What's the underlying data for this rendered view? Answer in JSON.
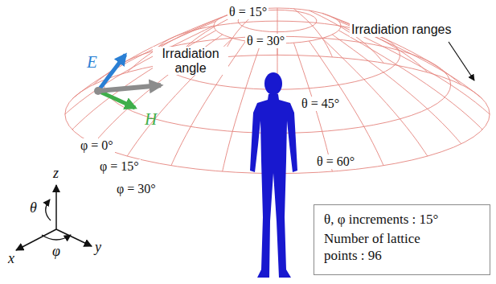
{
  "diagram": {
    "nodes": [
      {
        "text": [
          "θ, φ increments : 15°",
          "Number of lattice points : 96"
        ]
      }
    ],
    "labels": [
      "Irradiation ranges",
      "θ = 15°",
      "θ = 30°",
      "θ = 45°",
      "θ = 60°",
      "E",
      "Irradiation angle",
      "H",
      "φ = 0°",
      "φ = 15°",
      "φ = 30°",
      "z",
      "θ",
      "x",
      "φ",
      "y"
    ]
  }
}
